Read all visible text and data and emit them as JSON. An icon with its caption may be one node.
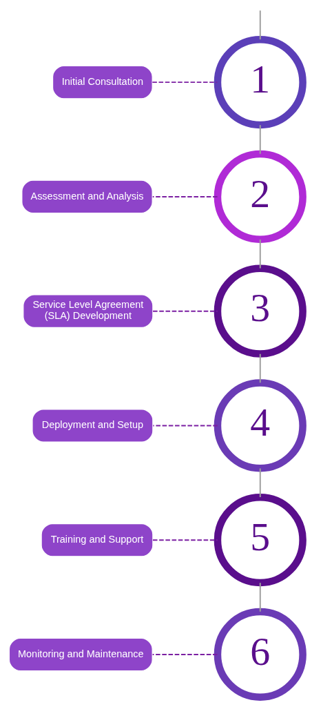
{
  "diagram": {
    "nodes": [
      {
        "text": [
          "Initial Consultation"
        ]
      },
      {
        "text": [
          "1"
        ]
      },
      {
        "text": [
          "2"
        ]
      },
      {
        "text": [
          "Assessment and Analysis"
        ]
      },
      {
        "text": [
          "Service Level Agreement (SLA) Development"
        ]
      },
      {
        "text": [
          "3"
        ]
      },
      {
        "text": [
          "4"
        ]
      },
      {
        "text": [
          "Deployment and Setup"
        ]
      },
      {
        "text": [
          "Training and Support"
        ]
      },
      {
        "text": [
          "5"
        ]
      },
      {
        "text": [
          "6"
        ]
      },
      {
        "text": [
          "Monitoring and Maintenance"
        ]
      }
    ],
    "edges": [
      {
        "from": null,
        "to": 1,
        "arrow": "none"
      },
      {
        "from": 1,
        "to": 2,
        "arrow": "none"
      },
      {
        "from": 2,
        "to": 5,
        "arrow": "none"
      },
      {
        "from": 5,
        "to": 6,
        "arrow": "none"
      },
      {
        "from": 6,
        "to": 9,
        "arrow": "none"
      },
      {
        "from": 9,
        "to": 10,
        "arrow": "none"
      },
      {
        "from": 0,
        "to": 1,
        "arrow": "none",
        "style": "dashed",
        "color": "#7b1fa2"
      },
      {
        "from": 2,
        "to": 3,
        "arrow": "none",
        "style": "dashed",
        "color": "#7b1fa2"
      },
      {
        "from": 4,
        "to": 5,
        "arrow": "none",
        "style": "dashed",
        "color": "#7b1fa2"
      },
      {
        "from": 6,
        "to": 7,
        "arrow": "none",
        "style": "dashed",
        "color": "#7b1fa2"
      },
      {
        "from": 8,
        "to": 9,
        "arrow": "none",
        "style": "dashed",
        "color": "#7b1fa2"
      },
      {
        "from": 10,
        "to": 11,
        "arrow": "none",
        "style": "dashed",
        "color": "#7b1fa2"
      }
    ]
  }
}
